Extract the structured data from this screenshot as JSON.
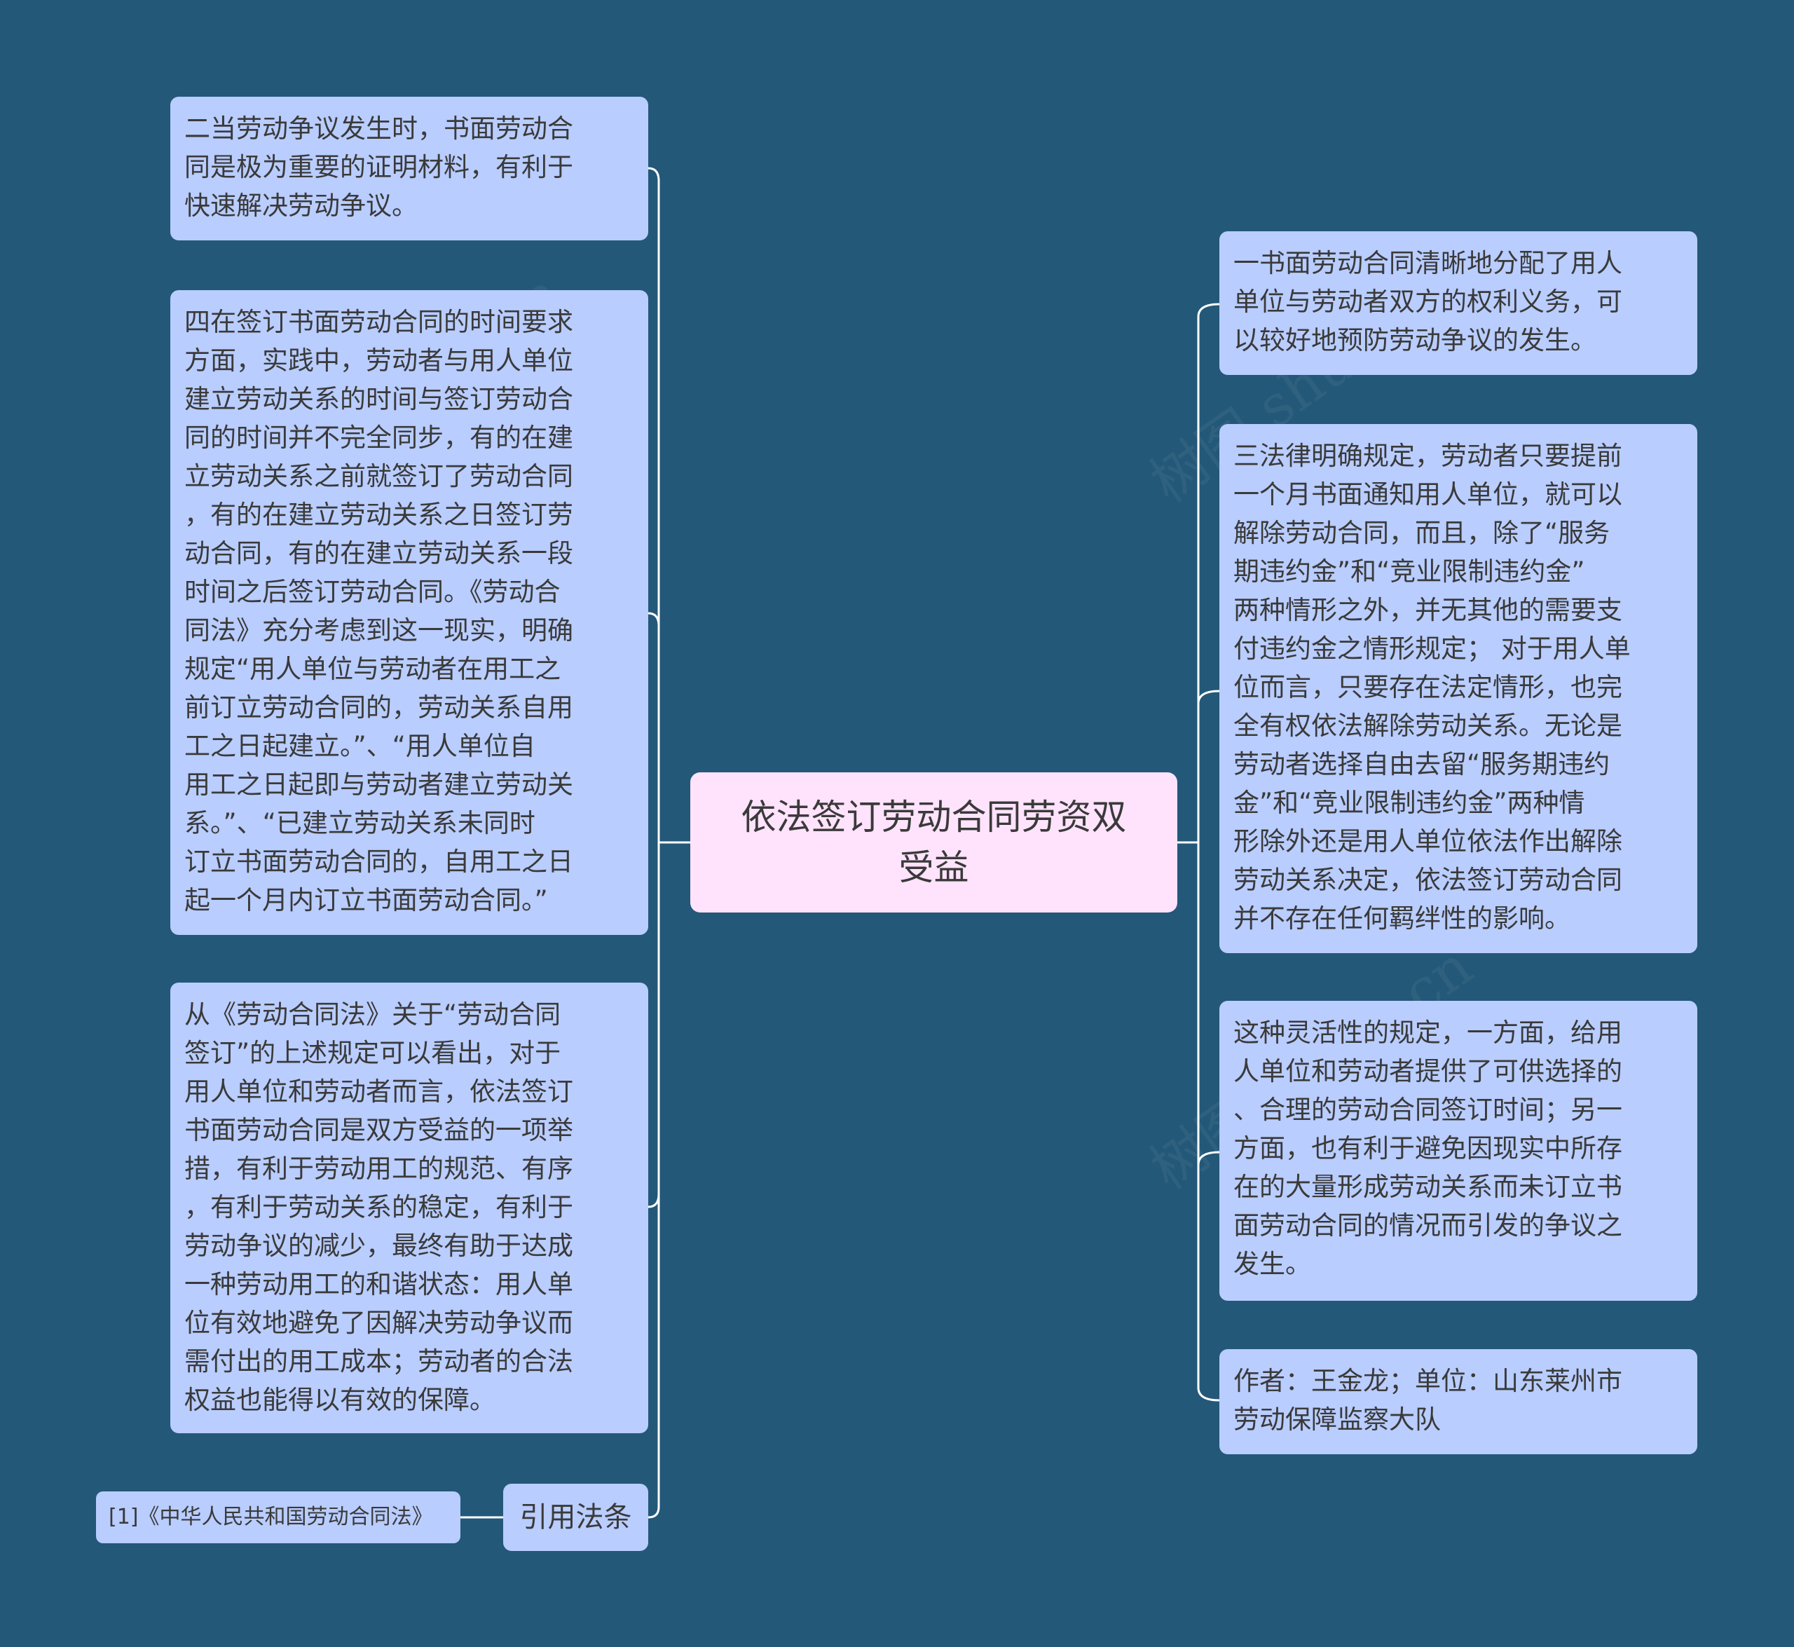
{
  "colors": {
    "background": "#235878",
    "node_fill": "#b9cdff",
    "center_fill": "#ffe3fc",
    "connector": "#ffffff",
    "text": "#3a3a3a"
  },
  "center": {
    "text": "依法签订劳动合同劳资双\n受益"
  },
  "left_nodes": [
    {
      "text": "二当劳动争议发生时，书面劳动合\n同是极为重要的证明材料，有利于\n快速解决劳动争议。"
    },
    {
      "text": "四在签订书面劳动合同的时间要求\n方面，实践中，劳动者与用人单位\n建立劳动关系的时间与签订劳动合\n同的时间并不完全同步，有的在建\n立劳动关系之前就签订了劳动合同\n，有的在建立劳动关系之日签订劳\n动合同，有的在建立劳动关系一段\n时间之后签订劳动合同。《劳动合\n同法》充分考虑到这一现实，明确\n规定“用人单位与劳动者在用工之\n前订立劳动合同的，劳动关系自用\n工之日起建立。”、“用人单位自\n用工之日起即与劳动者建立劳动关\n系。”、“已建立劳动关系未同时\n订立书面劳动合同的，自用工之日\n起一个月内订立书面劳动合同。”"
    },
    {
      "text": "从《劳动合同法》关于“劳动合同\n签订”的上述规定可以看出，对于\n用人单位和劳动者而言，依法签订\n书面劳动合同是双方受益的一项举\n措，有利于劳动用工的规范、有序\n，有利于劳动关系的稳定，有利于\n劳动争议的减少，最终有助于达成\n一种劳动用工的和谐状态：用人单\n位有效地避免了因解决劳动争议而\n需付出的用工成本；劳动者的合法\n权益也能得以有效的保障。"
    }
  ],
  "citation": {
    "label": "引用法条",
    "item": "[1]《中华人民共和国劳动合同法》"
  },
  "right_nodes": [
    {
      "text": "一书面劳动合同清晰地分配了用人\n单位与劳动者双方的权利义务，可\n以较好地预防劳动争议的发生。"
    },
    {
      "text": "三法律明确规定，劳动者只要提前\n一个月书面通知用人单位，就可以\n解除劳动合同，而且，除了“服务\n期违约金”和“竞业限制违约金”\n两种情形之外，并无其他的需要支\n付违约金之情形规定； 对于用人单\n位而言，只要存在法定情形，也完\n全有权依法解除劳动关系。无论是\n劳动者选择自由去留“服务期违约\n金”和“竞业限制违约金”两种情\n形除外还是用人单位依法作出解除\n劳动关系决定，依法签订劳动合同\n并不存在任何羁绊性的影响。"
    },
    {
      "text": "这种灵活性的规定，一方面，给用\n人单位和劳动者提供了可供选择的\n、合理的劳动合同签订时间；另一\n方面，也有利于避免因现实中所存\n在的大量形成劳动关系而未订立书\n面劳动合同的情况而引发的争议之\n发生。"
    },
    {
      "text": "作者：王金龙；单位：山东莱州市\n劳动保障监察大队"
    }
  ],
  "watermark": "树图 shutu.cn"
}
